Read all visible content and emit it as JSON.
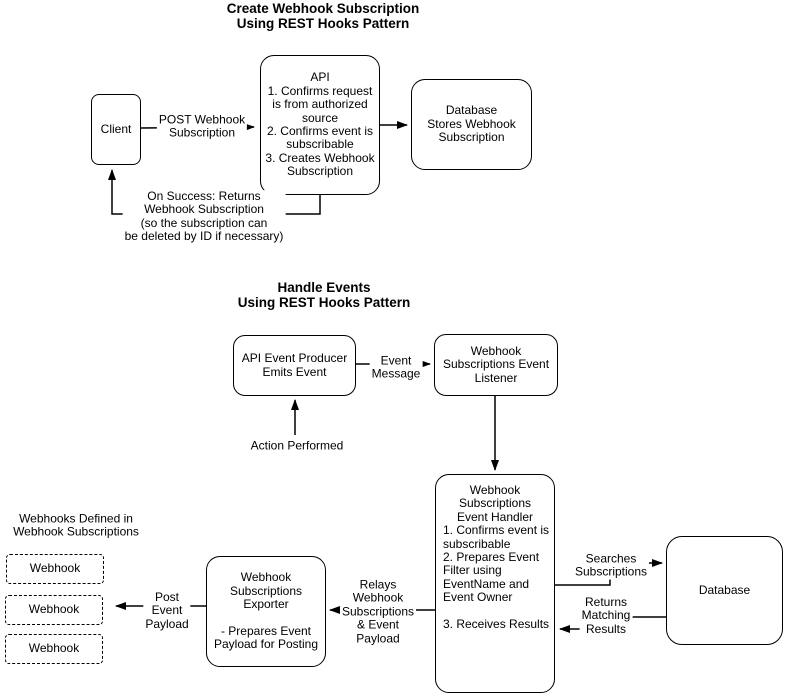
{
  "create_flow": {
    "title": "Create Webhook Subscription\nUsing REST Hooks Pattern",
    "client_label": "Client",
    "api_label": "API\n1. Confirms request\nis from authorized\nsource\n2. Confirms event is\nsubscribable\n3. Creates Webhook\nSubscription",
    "database_label": "Database\nStores Webhook\nSubscription",
    "post_webhook_label": "POST Webhook\nSubscription",
    "on_success_label": "On Success: Returns\nWebhook Subscription\n(so the subscription can\nbe deleted by ID if necessary)"
  },
  "handle_flow": {
    "title": "Handle Events\nUsing REST Hooks Pattern",
    "producer_label": "API Event Producer\nEmits Event",
    "event_message_label": "Event\nMessage",
    "listener_label": "Webhook\nSubscriptions Event\nListener",
    "action_performed_label": "Action Performed",
    "handler_title": "Webhook\nSubscriptions\nEvent Handler",
    "handler_items": "1. Confirms event is\nsubscribable\n2. Prepares Event\nFilter using\nEventName and\nEvent Owner\n\n3. Receives Results",
    "database_label": "Database",
    "searches_label": "Searches\nSubscriptions",
    "returns_label": "Returns\nMatching\nResults",
    "relays_label": "Relays\nWebhook\nSubscriptions\n& Event\nPayload",
    "exporter_label": "Webhook\nSubscriptions\nExporter\n\n- Prepares Event\nPayload for Posting",
    "post_event_label": "Post\nEvent\nPayload",
    "webhooks_defined_label": "Webhooks Defined in\nWebhook Subscriptions",
    "webhook_items": [
      "Webhook",
      "Webhook",
      "Webhook"
    ]
  },
  "colors": {
    "stroke": "#000000",
    "background": "#ffffff"
  }
}
